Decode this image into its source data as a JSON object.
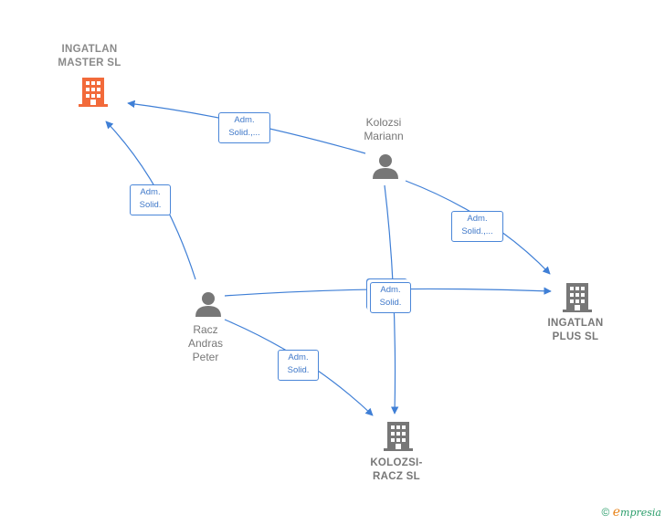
{
  "nodes": {
    "ingatlan_master": {
      "label": "INGATLAN\nMASTER SL",
      "color": "#f26a3a"
    },
    "ingatlan_plus": {
      "label": "INGATLAN\nPLUS SL",
      "color": "#777777"
    },
    "kolozsi_racz": {
      "label": "KOLOZSI-\nRACZ SL",
      "color": "#777777"
    },
    "kolozsi_mariann": {
      "label": "Kolozsi\nMariann",
      "color": "#777777"
    },
    "racz_andras": {
      "label": "Racz\nAndras\nPeter",
      "color": "#777777"
    }
  },
  "edges": {
    "mariann_master": "Adm.\nSolid.,...",
    "racz_master": "Adm.\nSolid.",
    "mariann_plus": "Adm.\nSolid.,...",
    "center": "Adm.\nSolid.",
    "racz_kolozsi": "Adm.\nSolid."
  },
  "colors": {
    "edge": "#3f7fd6",
    "accent": "#f26a3a"
  },
  "branding": {
    "copyright": "©",
    "brand_initial": "e",
    "brand_rest": "mpresia"
  }
}
